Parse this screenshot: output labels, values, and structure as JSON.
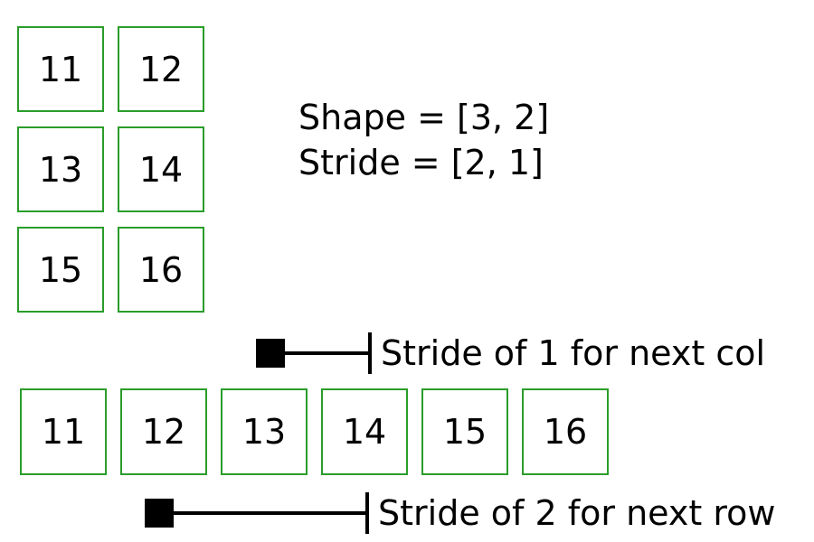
{
  "matrix": {
    "cells": [
      "11",
      "12",
      "13",
      "14",
      "15",
      "16"
    ]
  },
  "flat": {
    "cells": [
      "11",
      "12",
      "13",
      "14",
      "15",
      "16"
    ]
  },
  "info": {
    "shape": "Shape = [3, 2]",
    "stride": "Stride = [2, 1]"
  },
  "annotations": {
    "col": "Stride of 1 for next col",
    "row": "Stride of 2 for next row"
  },
  "colors": {
    "cell_border": "#2a9d2a",
    "marker": "#000000"
  }
}
